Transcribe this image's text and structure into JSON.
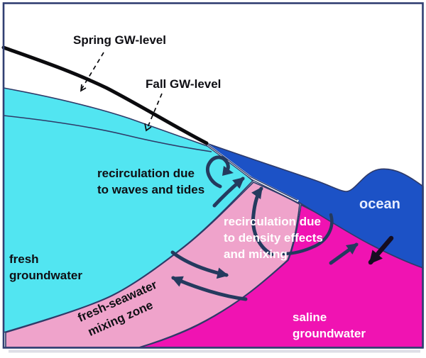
{
  "labels": {
    "spring_gw": "Spring GW-level",
    "fall_gw": "Fall GW-level",
    "recirc_waves_line1": "recirculation due",
    "recirc_waves_line2": "to waves and tides",
    "fresh_line1": "fresh",
    "fresh_line2": "groundwater",
    "mixing_line1": "fresh-seawater",
    "mixing_line2": "mixing zone",
    "recirc_density_line1": "recirculation due",
    "recirc_density_line2": "to density effects",
    "recirc_density_line3": "and mixing",
    "ocean": "ocean",
    "saline_line1": "saline",
    "saline_line2": "groundwater"
  },
  "colors": {
    "frame": "#313f72",
    "outline": "#2e3a68",
    "land_line": "#0b0b0e",
    "fresh": "#52e5f1",
    "mixing": "#efa3cb",
    "saline": "#f013b2",
    "ocean": "#1c52c6",
    "arrow_navy": "#243a5e",
    "arrow_black": "#150d20",
    "label_dark": "#0f0f14",
    "label_light": "#ffffff",
    "ocean_label": "#e6edff",
    "shadow": "#d8d8e2"
  }
}
